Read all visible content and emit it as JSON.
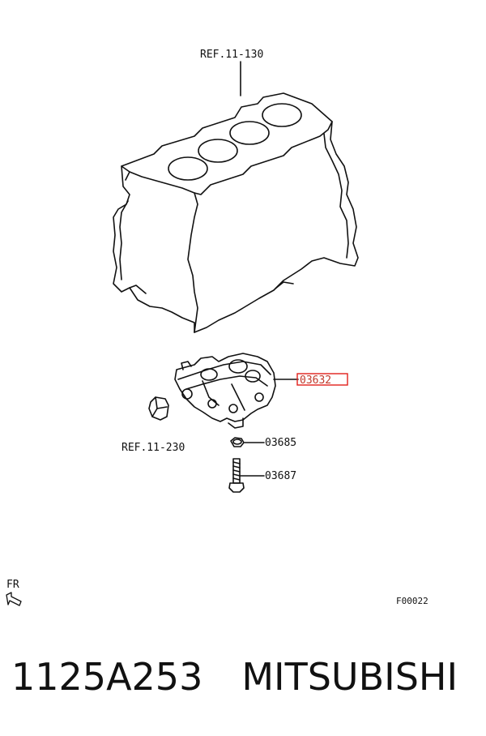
{
  "labels": {
    "ref_top": "REF.11-130",
    "ref_side": "REF.11-230",
    "part_pump": "03632",
    "part_nut": "03685",
    "part_bolt": "03687",
    "front": "FR",
    "figure_code": "F00022"
  },
  "caption": {
    "part_number": "1125A253",
    "brand": "MITSUBISHI"
  },
  "colors": {
    "highlight": "#e0201b",
    "line": "#111111"
  }
}
